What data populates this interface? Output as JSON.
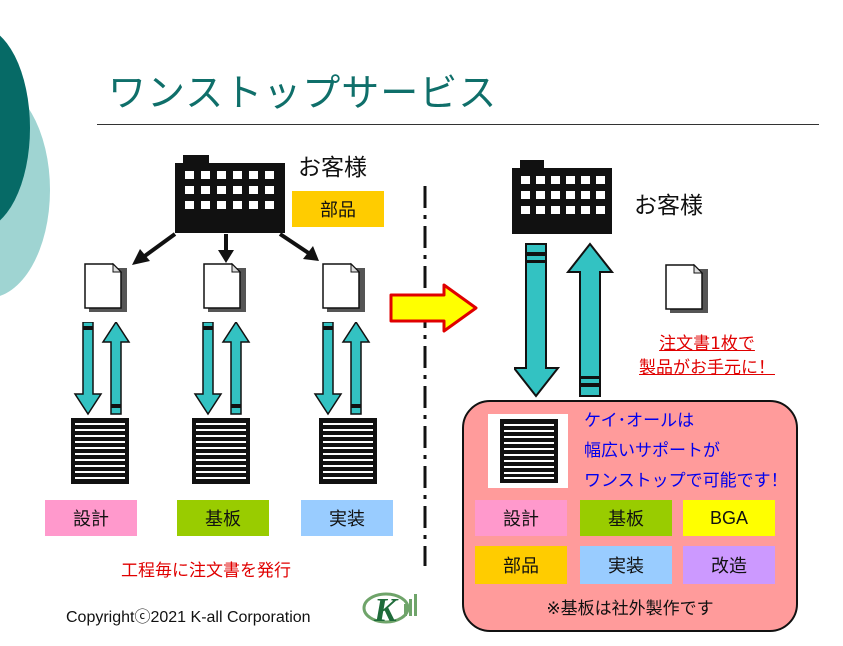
{
  "title": "ワンストップサービス",
  "left": {
    "customer_label": "お客様",
    "parts_tag": "部品",
    "steps": [
      "設計",
      "基板",
      "実装"
    ],
    "caption": "工程毎に注文書を発行"
  },
  "right": {
    "customer_label": "お客様",
    "callout": [
      "注文書1枚で",
      "製品がお手元に！"
    ],
    "message": [
      "ケイ･オールは",
      "幅広いサポートが",
      "ワンストップで可能です！"
    ],
    "services": [
      "設計",
      "基板",
      "BGA",
      "部品",
      "実装",
      "改造"
    ],
    "note": "※基板は社外製作です"
  },
  "footer": {
    "copyright": "Copyrightⓒ2021  K-all Corporation"
  },
  "colors": {
    "title": "#0f6f6a",
    "teal_arrow": "#33c2c2",
    "pink": "#ff99cc",
    "green": "#99cc00",
    "light_blue": "#99ccff",
    "yellow": "#ffff00",
    "orange": "#ffcc00",
    "lavender": "#cc99ff",
    "panel": "#ff9b9b",
    "red_text": "#e00000",
    "blue_text": "#0000ee"
  },
  "icons": [
    "building-icon",
    "document-icon",
    "striped-document-icon",
    "big-right-arrow-icon",
    "k-all-logo"
  ]
}
